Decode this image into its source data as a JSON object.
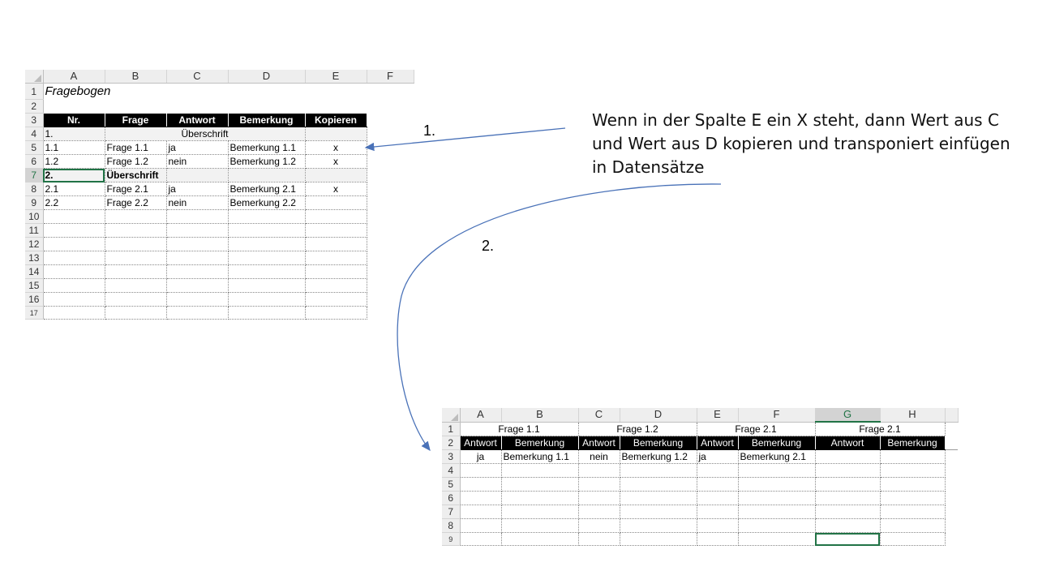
{
  "sheet1": {
    "columns": [
      "A",
      "B",
      "C",
      "D",
      "E",
      "F"
    ],
    "rows": {
      "r1": {
        "num": "1",
        "A": "Fragebogen"
      },
      "r2": {
        "num": "2"
      },
      "r3": {
        "num": "3",
        "A": "Nr.",
        "B": "Frage",
        "C": "Antwort",
        "D": "Bemerkung",
        "E": "Kopieren"
      },
      "r4": {
        "num": "4",
        "A": "1.",
        "BD": "Überschrift"
      },
      "r5": {
        "num": "5",
        "A": "1.1",
        "B": "Frage 1.1",
        "C": "ja",
        "D": "Bemerkung 1.1",
        "E": "x"
      },
      "r6": {
        "num": "6",
        "A": "1.2",
        "B": "Frage 1.2",
        "C": "nein",
        "D": "Bemerkung 1.2",
        "E": "x"
      },
      "r7": {
        "num": "7",
        "A": "2.",
        "B": "Überschrift"
      },
      "r8": {
        "num": "8",
        "A": "2.1",
        "B": "Frage 2.1",
        "C": "ja",
        "D": "Bemerkung 2.1",
        "E": "x"
      },
      "r9": {
        "num": "9",
        "A": "2.2",
        "B": "Frage 2.2",
        "C": "nein",
        "D": "Bemerkung 2.2"
      },
      "r10": {
        "num": "10"
      },
      "r11": {
        "num": "11"
      },
      "r12": {
        "num": "12"
      },
      "r13": {
        "num": "13"
      },
      "r14": {
        "num": "14"
      },
      "r15": {
        "num": "15"
      },
      "r16": {
        "num": "16"
      },
      "r17": {
        "num": "17"
      }
    }
  },
  "sheet2": {
    "columns": [
      "A",
      "B",
      "C",
      "D",
      "E",
      "F",
      "G",
      "H"
    ],
    "rows": {
      "r1": {
        "num": "1",
        "AB": "Frage 1.1",
        "CD": "Frage 1.2",
        "EF": "Frage 2.1",
        "GH": "Frage 2.1"
      },
      "r2": {
        "num": "2",
        "A": "Antwort",
        "B": "Bemerkung",
        "C": "Antwort",
        "D": "Bemerkung",
        "E": "Antwort",
        "F": "Bemerkung",
        "G": "Antwort",
        "H": "Bemerkung"
      },
      "r3": {
        "num": "3",
        "A": "ja",
        "B": "Bemerkung 1.1",
        "C": "nein",
        "D": "Bemerkung 1.2",
        "E": "ja",
        "F": "Bemerkung 2.1"
      },
      "r4": {
        "num": "4"
      },
      "r5": {
        "num": "5"
      },
      "r6": {
        "num": "6"
      },
      "r7": {
        "num": "7"
      },
      "r8": {
        "num": "8"
      },
      "r9": {
        "num": "9"
      }
    }
  },
  "annotation": {
    "step1": "1.",
    "step2": "2.",
    "note": "Wenn in der Spalte E ein X steht, dann Wert aus C und Wert aus D kopieren und transponiert einfügen in Datensätze"
  },
  "colors": {
    "accent": "#217346",
    "arrow": "#4a72b8",
    "header": "#000000"
  }
}
